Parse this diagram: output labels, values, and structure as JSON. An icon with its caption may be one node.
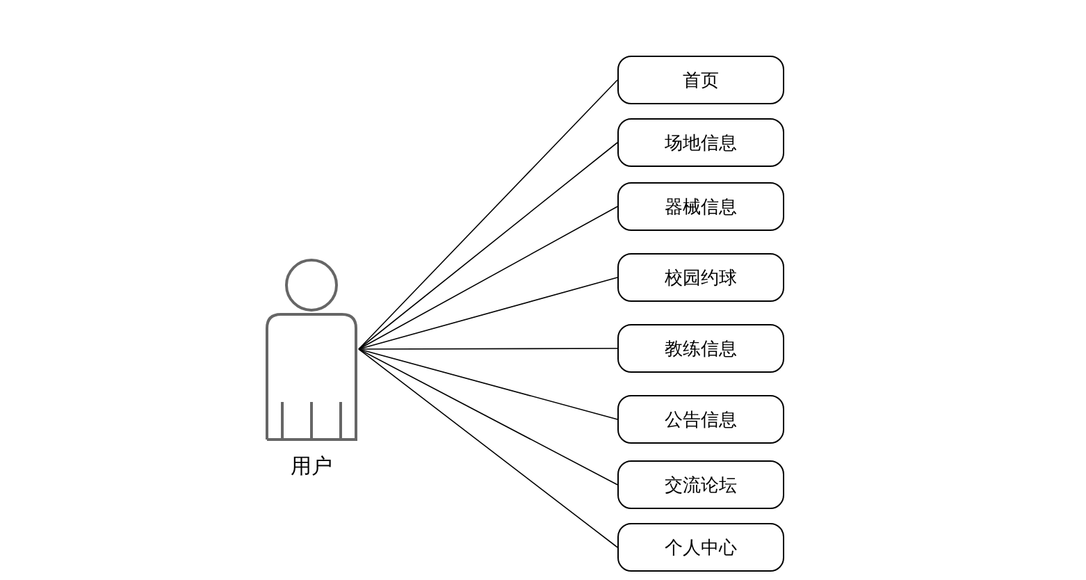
{
  "diagram": {
    "nodes": [
      {
        "text": [
          "用户"
        ]
      },
      {
        "text": [
          "首页"
        ]
      },
      {
        "text": [
          "场地信息"
        ]
      },
      {
        "text": [
          "器械信息"
        ]
      },
      {
        "text": [
          "校园约球"
        ]
      },
      {
        "text": [
          "教练信息"
        ]
      },
      {
        "text": [
          "公告信息"
        ]
      },
      {
        "text": [
          "交流论坛"
        ]
      },
      {
        "text": [
          "个人中心"
        ]
      }
    ],
    "edges": [
      {
        "from": 0,
        "to": 1,
        "arrow": "none"
      },
      {
        "from": 0,
        "to": 2,
        "arrow": "none"
      },
      {
        "from": 0,
        "to": 3,
        "arrow": "none"
      },
      {
        "from": 0,
        "to": 4,
        "arrow": "none"
      },
      {
        "from": 0,
        "to": 5,
        "arrow": "none"
      },
      {
        "from": 0,
        "to": 6,
        "arrow": "none"
      },
      {
        "from": 0,
        "to": 7,
        "arrow": "none"
      },
      {
        "from": 0,
        "to": 8,
        "arrow": "none"
      }
    ]
  }
}
